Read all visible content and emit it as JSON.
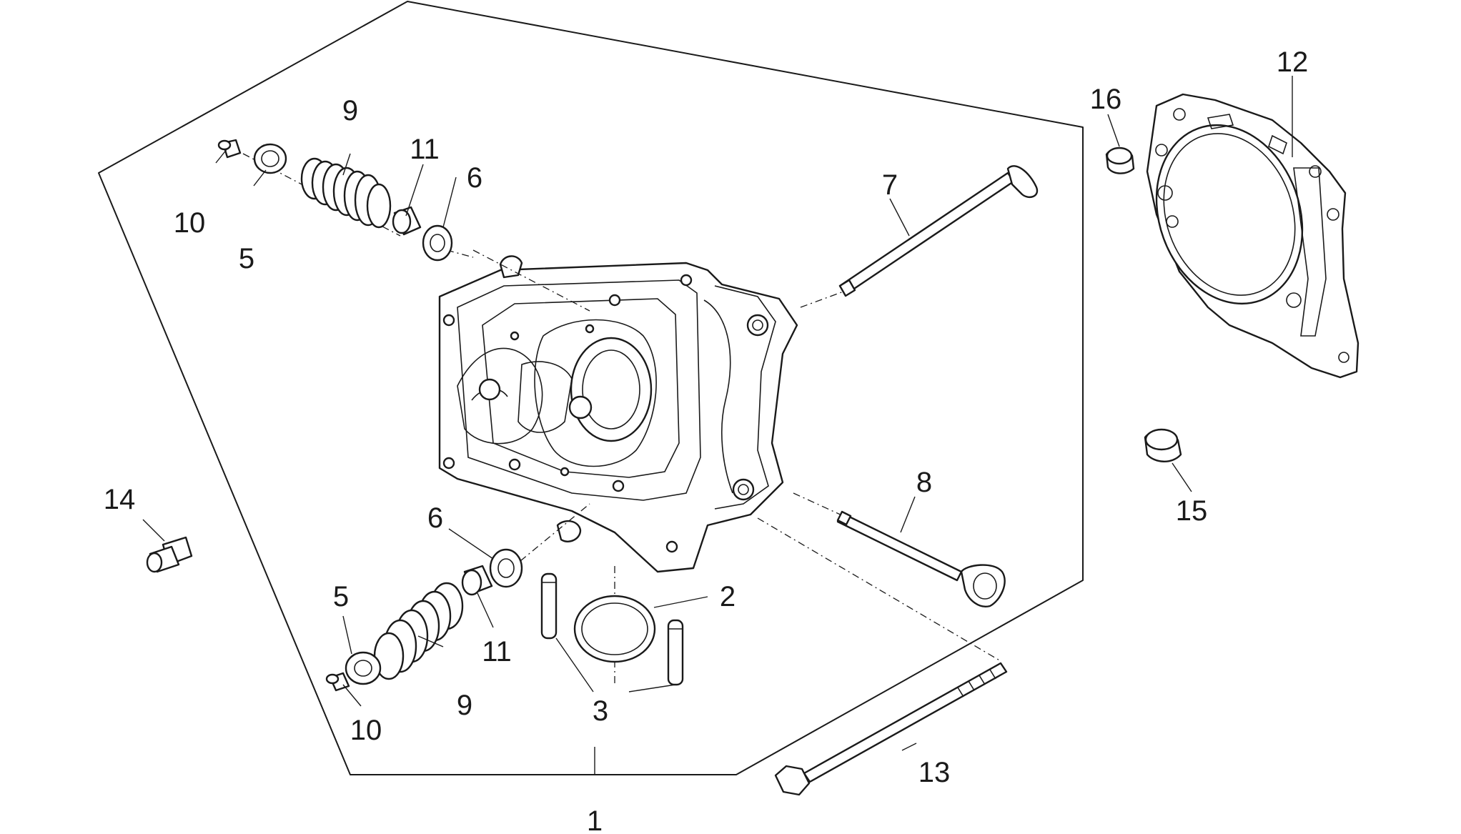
{
  "diagram": {
    "labels": {
      "l1": "1",
      "l2": "2",
      "l3": "3",
      "l5a": "5",
      "l5b": "5",
      "l6a": "6",
      "l6b": "6",
      "l7": "7",
      "l8": "8",
      "l9a": "9",
      "l9b": "9",
      "l10a": "10",
      "l10b": "10",
      "l11a": "11",
      "l11b": "11",
      "l12": "12",
      "l13": "13",
      "l14": "14",
      "l15": "15",
      "l16": "16"
    }
  }
}
